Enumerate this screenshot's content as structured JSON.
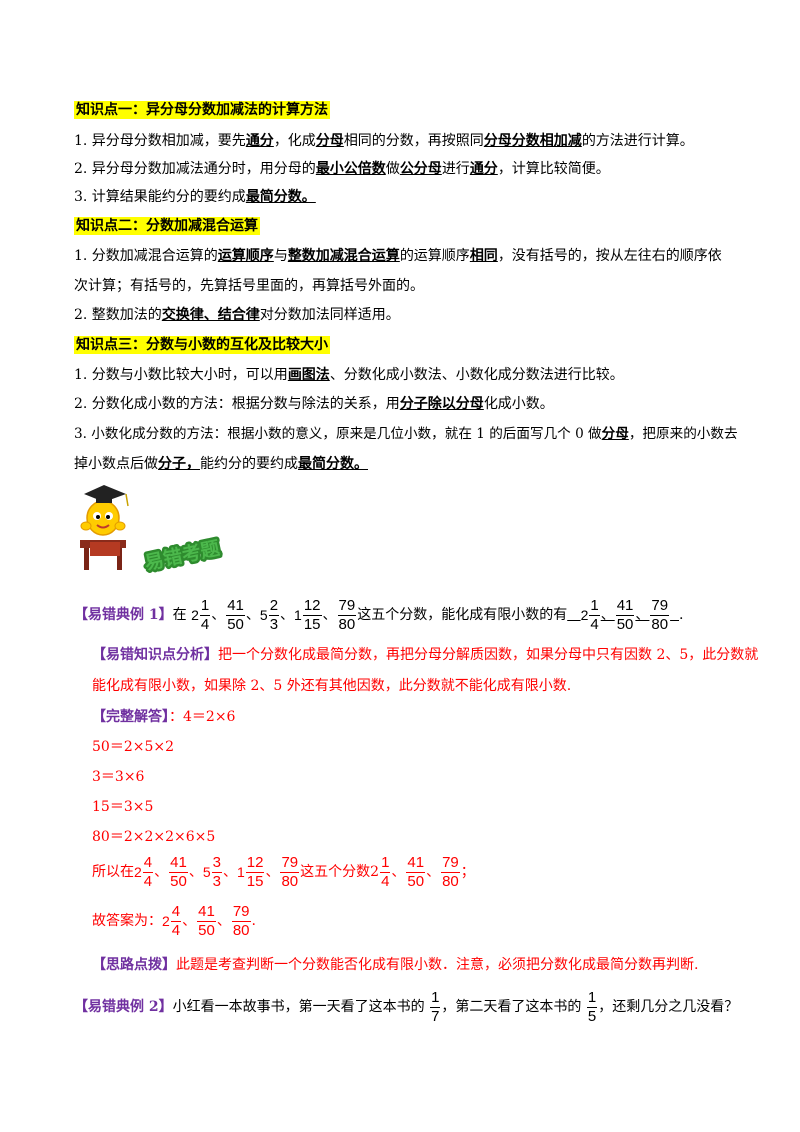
{
  "section1": {
    "title": "知识点一：异分母分数加减法的计算方法",
    "l1_a": "1. 异分母分数相加减，要先",
    "l1_b": "通分",
    "l1_c": "，化成",
    "l1_d": "分母",
    "l1_e": "相同的分数，再按照同",
    "l1_f": "分母分数相加减",
    "l1_g": "的方法进行计算。",
    "l2_a": "2. 异分母分数加减法通分时，用分母的",
    "l2_b": "最小公倍数",
    "l2_c": "做",
    "l2_d": "公分母",
    "l2_e": "进行",
    "l2_f": "通分",
    "l2_g": "，计算比较简便。",
    "l3_a": "3. 计算结果能约分的要约成",
    "l3_b": "最简分数。"
  },
  "section2": {
    "title": "知识点二：分数加减混合运算",
    "l1_a": "1.  分数加减混合运算的",
    "l1_b": "运算顺序",
    "l1_c": "与",
    "l1_d": "整数加减混合运算",
    "l1_e": "的运算顺序",
    "l1_f": "相同",
    "l1_g": "，没有括号的，按从左往右的顺序依",
    "l1_cont": "次计算；有括号的，先算括号里面的，再算括号外面的。",
    "l2_a": "2.  整数加法的",
    "l2_b": "交换律、结合律",
    "l2_c": "对分数加法同样适用。"
  },
  "section3": {
    "title": "知识点三：分数与小数的互化及比较大小",
    "l1_a": "1. 分数与小数比较大小时，可以用",
    "l1_b": "画图法",
    "l1_c": "、分数化成小数法、小数化成分数法进行比较。",
    "l2_a": "2. 分数化成小数的方法：根据分数与除法的关系，用",
    "l2_b": "分子除以分母",
    "l2_c": "化成小数。",
    "l3_a": "3. 小数化成分数的方法：根据小数的意义，原来是几位小数，就在 1 的后面写几个 0 做",
    "l3_b": "分母",
    "l3_c": "，把原来的小数去",
    "l3_cont_a": "掉小数点后做",
    "l3_cont_b": "分子，",
    "l3_cont_c": "能约分的要约成",
    "l3_cont_d": "最简分数。"
  },
  "banner": {
    "text": "易错考题"
  },
  "example1": {
    "tag": "【易错典例 1】",
    "q_a": "在",
    "q_b": "这五个分数，能化成有限小数的有",
    "q_end": ".",
    "fracs": {
      "f1": {
        "w": "2",
        "n": "1",
        "d": "4"
      },
      "f2": {
        "n": "41",
        "d": "50"
      },
      "f3": {
        "w": "5",
        "n": "2",
        "d": "3"
      },
      "f4": {
        "w": "1",
        "n": "12",
        "d": "15"
      },
      "f5": {
        "n": "79",
        "d": "80"
      }
    },
    "ans_prefix": "2",
    "analysis_tag": "【易错知识点分析】",
    "analysis_1": "把一个分数化成最简分数，再把分母分解质因数，如果分母中只有因数 2、5，此分数就",
    "analysis_2": "能化成有限小数，如果除 2、5 外还有其他因数，此分数就不能化成有限小数.",
    "solution_tag": "【完整解答】",
    "sol_1": "：4＝2×6",
    "sol_2": "50＝2×5×2",
    "sol_3": "3＝3×6",
    "sol_4": "15＝3×5",
    "sol_5": "80＝2×2×2×6×5",
    "so_a": "所以在",
    "so_b": "这五个分数",
    "so_end": "；",
    "so_fracs": {
      "s1": {
        "w": "2",
        "n": "4",
        "d": "4"
      },
      "s3": {
        "w": "5",
        "n": "3",
        "d": "3"
      }
    },
    "final_a": "故答案为：",
    "final_end": ".",
    "hint_tag": "【思路点拨】",
    "hint": "此题是考查判断一个分数能否化成有限小数．注意，必须把分数化成最简分数再判断."
  },
  "example2": {
    "tag": "【易错典例 2】",
    "q_a": "小红看一本故事书，第一天看了这本书的",
    "q_b": "，第二天看了这本书的",
    "q_c": "，还剩几分之几没看？",
    "f1": {
      "n": "1",
      "d": "7"
    },
    "f2": {
      "n": "1",
      "d": "5"
    }
  }
}
